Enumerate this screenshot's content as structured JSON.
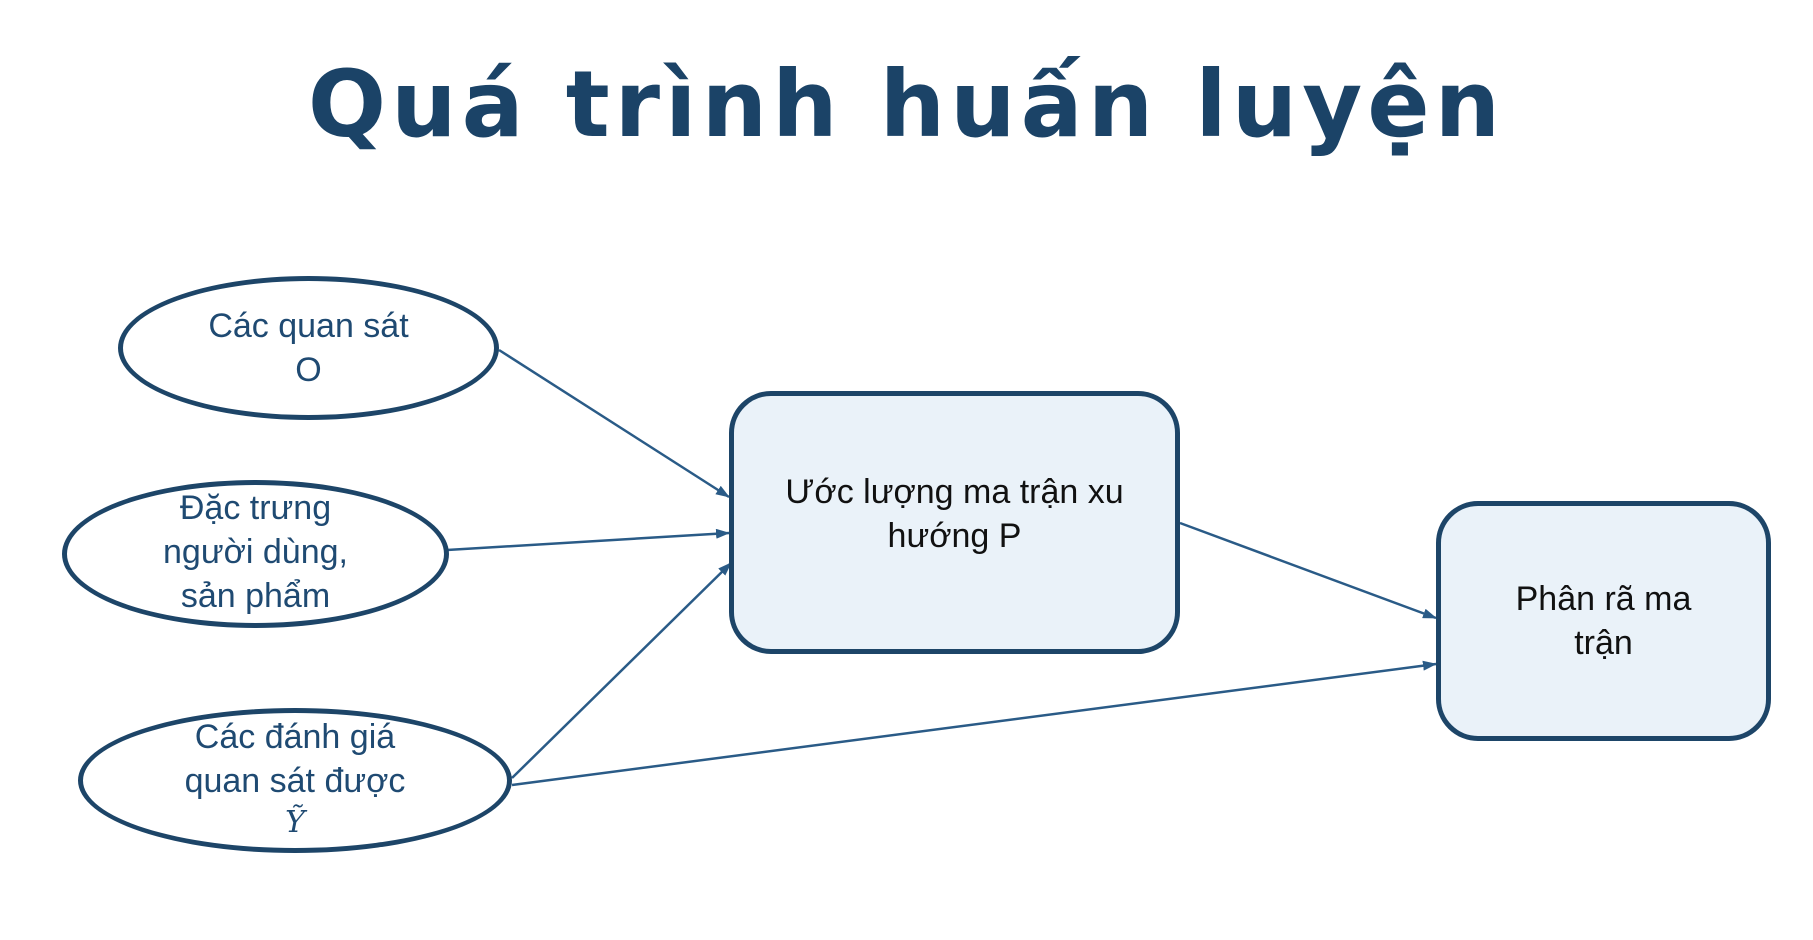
{
  "slide": {
    "title": "Quá trình huấn luyện"
  },
  "colors": {
    "title": "#1b4367",
    "stroke": "#1d4568",
    "ellipse_text": "#1f4a72",
    "box_fill": "#eaf2f9",
    "box_text": "#111111",
    "arrow": "#2a5b87"
  },
  "nodes": {
    "observations": {
      "line1": "Các quan sát",
      "line2": "O"
    },
    "features": {
      "line1": "Đặc trưng",
      "line2": "người dùng,",
      "line3": "sản phẩm"
    },
    "ratings": {
      "line1": "Các đánh giá",
      "line2": "quan sát được",
      "symbol": "Ỹ"
    },
    "estimate": {
      "line1": "Ước lượng ma trận xu",
      "line2": "hướng P"
    },
    "factorization": {
      "line1": "Phân rã ma",
      "line2": "trận"
    }
  },
  "edges": [
    {
      "from": "observations",
      "to": "estimate"
    },
    {
      "from": "features",
      "to": "estimate"
    },
    {
      "from": "ratings",
      "to": "estimate"
    },
    {
      "from": "estimate",
      "to": "factorization"
    },
    {
      "from": "ratings",
      "to": "factorization"
    }
  ]
}
